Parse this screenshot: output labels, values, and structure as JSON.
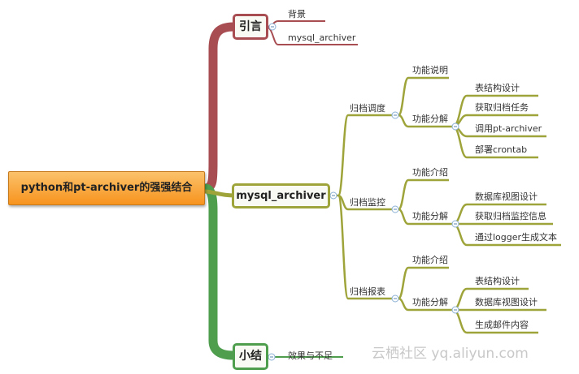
{
  "central": "python和pt-archiver的强强结合",
  "branches": {
    "intro": {
      "title": "引言",
      "children": [
        "背景",
        "mysql_archiver"
      ]
    },
    "main": {
      "title": "mysql_archiver",
      "groups": [
        {
          "title": "归档调度",
          "items": [
            {
              "label": "功能说明"
            },
            {
              "label": "功能分解",
              "children": [
                "表结构设计",
                "获取归档任务",
                "调用pt-archiver",
                "部署crontab"
              ]
            }
          ]
        },
        {
          "title": "归档监控",
          "items": [
            {
              "label": "功能介绍"
            },
            {
              "label": "功能分解",
              "children": [
                "数据库视图设计",
                "获取归档监控信息",
                "通过logger生成文本"
              ]
            }
          ]
        },
        {
          "title": "归档报表",
          "items": [
            {
              "label": "功能介绍"
            },
            {
              "label": "功能分解",
              "children": [
                "表结构设计",
                "数据库视图设计",
                "生成邮件内容"
              ]
            }
          ]
        }
      ]
    },
    "summary": {
      "title": "小结",
      "children": [
        "效果与不足"
      ]
    }
  },
  "watermark": "云栖社区 yq.aliyun.com",
  "colors": {
    "central_fill": "#f7931e",
    "intro_branch": "#a84e53",
    "main_branch": "#9ea43a",
    "summary_branch": "#4e9e4e"
  }
}
